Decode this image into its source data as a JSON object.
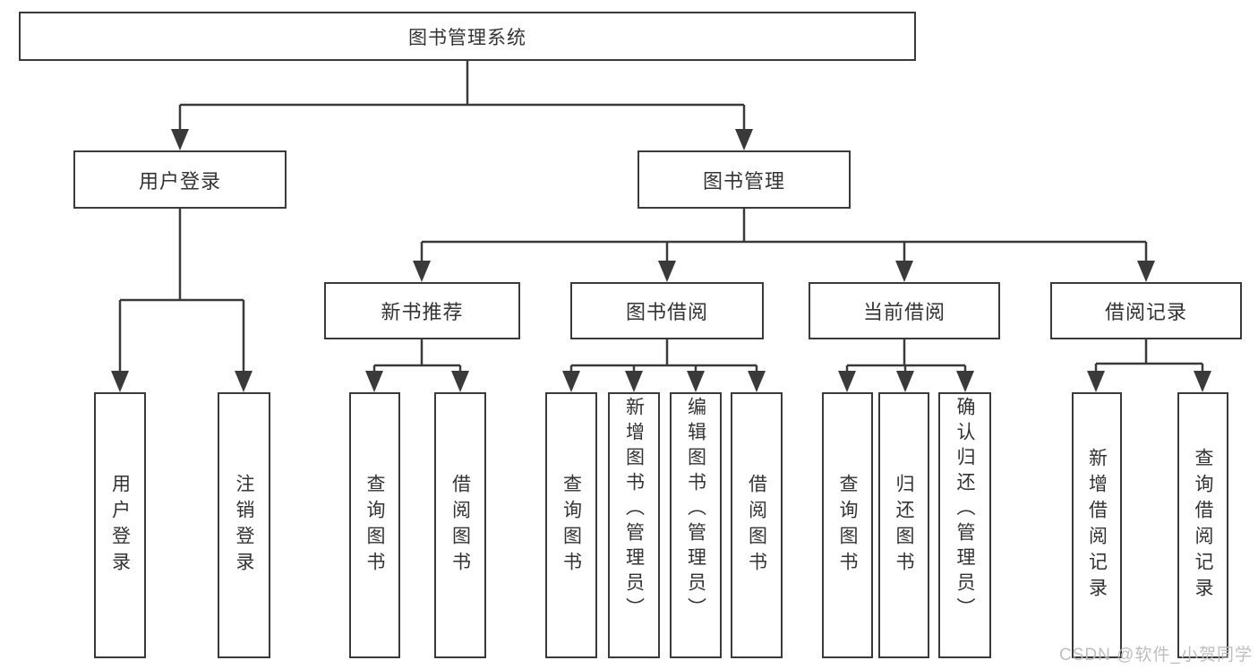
{
  "diagram": {
    "title": "图书管理系统",
    "level2": [
      {
        "label": "用户登录"
      },
      {
        "label": "图书管理"
      }
    ],
    "level3": [
      {
        "label": "新书推荐"
      },
      {
        "label": "图书借阅"
      },
      {
        "label": "当前借阅"
      },
      {
        "label": "借阅记录"
      }
    ],
    "leaves": {
      "user_login": [
        "用户登录",
        "注销登录"
      ],
      "new_book": [
        "查询图书",
        "借阅图书"
      ],
      "book_borrow": [
        "查询图书",
        "新增图书（管理员）",
        "编辑图书（管理员）",
        "借阅图书"
      ],
      "current_borrow": [
        "查询图书",
        "归还图书",
        "确认归还（管理员）"
      ],
      "borrow_records": [
        "新增借阅记录",
        "查询借阅记录"
      ]
    }
  },
  "watermark": "CSDN @软件_小贺同学",
  "colors": {
    "line": "#3a3a3a",
    "text": "#333333",
    "background": "#ffffff",
    "watermark": "#bbbbbb"
  }
}
